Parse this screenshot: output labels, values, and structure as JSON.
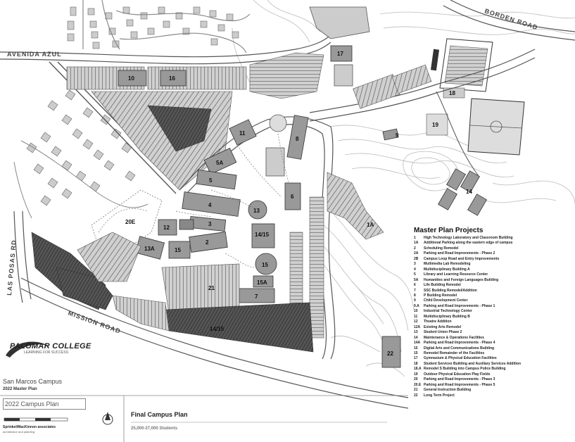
{
  "roads": {
    "avenida": "AVENIDA AZUL",
    "borden": "BORDEN ROAD",
    "las_posas": "LAS POSAS RD",
    "mission": "MISSION ROAD"
  },
  "buildings": {
    "b10": "10",
    "b16": "16",
    "b17": "17",
    "b18": "18",
    "b19": "19",
    "b11": "11",
    "b5a": "5A",
    "b5": "5",
    "b4": "4",
    "b3": "3",
    "b2": "2",
    "b12": "12",
    "b13": "13",
    "b15": "15",
    "b14": "14",
    "b1a": "1A",
    "b22": "22",
    "b8": "8",
    "b9": "9",
    "b20e": "20E",
    "b15a": "15A",
    "b14b": "14/15",
    "b7": "7",
    "b21": "21",
    "b6": "6",
    "b13a": "13A"
  },
  "legend": {
    "title": "Master Plan Projects",
    "items": [
      {
        "code": "1",
        "text": "High Technology Laboratory and Classroom Building"
      },
      {
        "code": "1A",
        "text": "Additional Parking along the eastern edge of campus"
      },
      {
        "code": "2",
        "text": "Scheduling Remodel"
      },
      {
        "code": "2A",
        "text": "Parking and Road Improvements - Phase 2"
      },
      {
        "code": "2B",
        "text": "Campus Loop Road and Entry Improvements"
      },
      {
        "code": "3",
        "text": "Multimedia Lab Remodeling"
      },
      {
        "code": "4",
        "text": "Multidisciplinary Building A"
      },
      {
        "code": "5",
        "text": "Library and Learning Resource Center"
      },
      {
        "code": "5A",
        "text": "Humanities and Foreign Languages Building"
      },
      {
        "code": "6",
        "text": "Life Building Remodel"
      },
      {
        "code": "7",
        "text": "SSC Building Remodel/Addition"
      },
      {
        "code": "8",
        "text": "P Building Remodel"
      },
      {
        "code": "9",
        "text": "Child Development Center"
      },
      {
        "code": "9.A",
        "text": "Parking and Road Improvements - Phase 1"
      },
      {
        "code": "10",
        "text": "Industrial Technology Center"
      },
      {
        "code": "11",
        "text": "Multidisciplinary Building B"
      },
      {
        "code": "12",
        "text": "Theatre Addition"
      },
      {
        "code": "12A",
        "text": "Existing Arts Remodel"
      },
      {
        "code": "13",
        "text": "Student Union Phase 2"
      },
      {
        "code": "14",
        "text": "Maintenance & Operations Facilities"
      },
      {
        "code": "14A",
        "text": "Parking and Road Improvements - Phase 4"
      },
      {
        "code": "15",
        "text": "Digital Arts and Communications Building"
      },
      {
        "code": "15",
        "text": "Remodel Remainder of the Facilities"
      },
      {
        "code": "17",
        "text": "Gymnasium & Physical Education Facilities"
      },
      {
        "code": "18",
        "text": "Student Services Building and Auxiliary Services Addition"
      },
      {
        "code": "18.A",
        "text": "Remodel S Building into Campus Police Building"
      },
      {
        "code": "19",
        "text": "Outdoor Physical Education Play Fields"
      },
      {
        "code": "20",
        "text": "Parking and Road Improvements - Phase 3"
      },
      {
        "code": "20.E",
        "text": "Parking and Road Improvements - Phase 5"
      },
      {
        "code": "21",
        "text": "General Instruction Building"
      },
      {
        "code": "22",
        "text": "Long Term Project"
      }
    ]
  },
  "title_block": {
    "college": "PALOMAR COLLEGE",
    "college_sub": "LEARNING FOR SUCCESS",
    "campus": "San Marcos Campus",
    "plan": "2022 Master Plan",
    "box_label": "2022 Campus Plan",
    "firm": "Sprinkel/MacKinnon associates",
    "firm_sub": "architecture and planning",
    "final_title": "Final Campus Plan",
    "students": "25,000-27,000 Students"
  }
}
